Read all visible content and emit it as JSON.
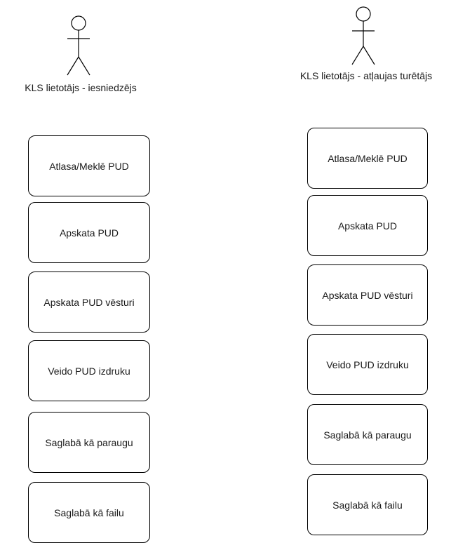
{
  "left": {
    "actor": "KLS lietotājs - iesniedzējs",
    "items": [
      "Atlasa/Meklē PUD",
      "Apskata PUD",
      "Apskata PUD vēsturi",
      "Veido PUD izdruku",
      "Saglabā kā paraugu",
      "Saglabā kā failu"
    ]
  },
  "right": {
    "actor": "KLS lietotājs - atļaujas turētājs",
    "items": [
      "Atlasa/Meklē PUD",
      "Apskata PUD",
      "Apskata PUD vēsturi",
      "Veido PUD izdruku",
      "Saglabā kā paraugu",
      "Saglabā kā failu"
    ]
  }
}
